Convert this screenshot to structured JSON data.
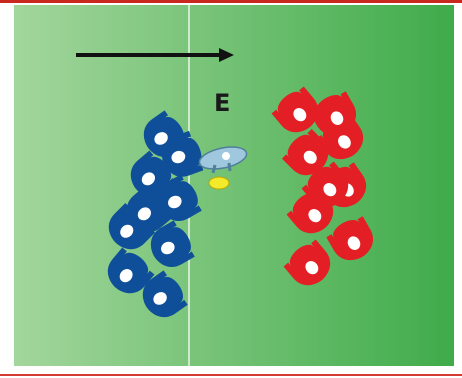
{
  "diagram": {
    "label": "E",
    "colors": {
      "field_left": "#a3d69c",
      "field_right": "#3fab4a",
      "halfway_line": "#e9f5e6",
      "border_top": "#c8281e",
      "border_bottom": "#d43a2f",
      "arrow": "#111111",
      "label": "#1a1a1a",
      "team_blue": "#0f4f9a",
      "team_red": "#e31e24",
      "player_center": "#ffffff",
      "neutral_player": "#9fc7dd",
      "ball": "#f2ea2a"
    },
    "icons": {
      "direction": "arrow-right-icon",
      "blue_player": "blue-player-icon",
      "red_player": "red-player-icon",
      "neutral": "neutral-player-icon",
      "ball": "ball-icon"
    },
    "team_counts": {
      "blue": 9,
      "red": 9
    }
  }
}
